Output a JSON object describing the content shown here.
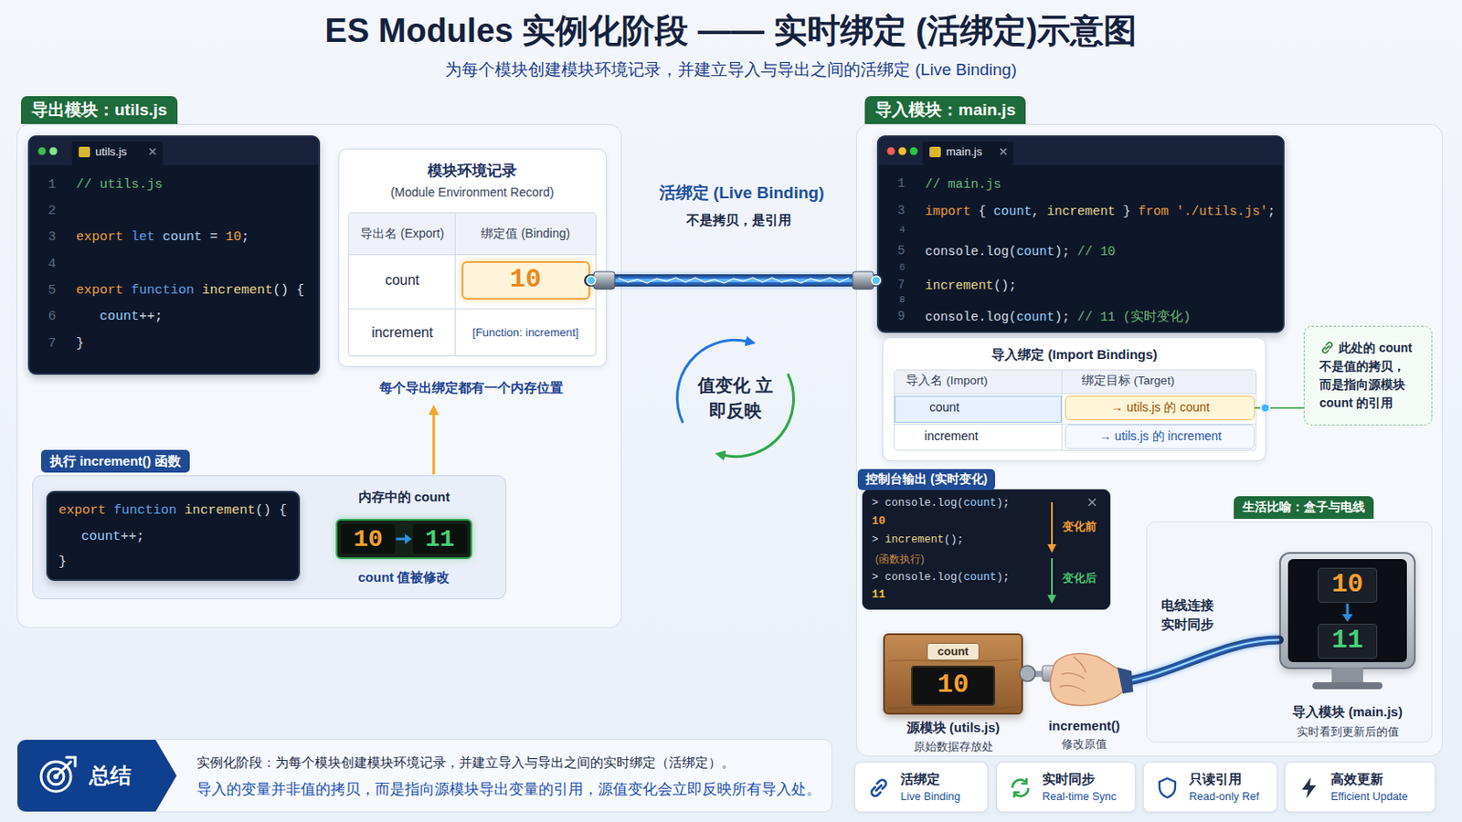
{
  "diagram": {
    "title": "ES Modules 实例化阶段 —— 实时绑定 (活绑定)示意图",
    "caption": "为每个模块创建模块环境记录，并建立导入与导出之间的活绑定 (Live Binding)",
    "nodes": [
      {
        "text": [
          "导出模块：utils.js"
        ]
      },
      {
        "text": [
          "utils.js",
          "1",
          "2",
          "3",
          "4",
          "5",
          "6",
          "7",
          "// utils.js",
          "export let count = 10;",
          "export function increment() {",
          "count++;",
          "}"
        ],
        "in": 0
      },
      {
        "text": [
          "模块环境记录",
          "(Module Environment Record)"
        ],
        "in": 0
      },
      {
        "text": [
          "10"
        ],
        "in": 2
      },
      {
        "text": [
          "执行 increment() 函数"
        ],
        "in": 0
      },
      {
        "text": [
          "export function increment() {",
          "count++;",
          "}"
        ],
        "in": 4
      },
      {
        "text": [
          "10",
          "11"
        ],
        "in": 4
      },
      {
        "text": [
          "值变化 立即反映"
        ]
      },
      {
        "text": [
          "导入模块：main.js"
        ]
      },
      {
        "text": [
          "main.js",
          "1",
          "3",
          "4",
          "5",
          "6",
          "7",
          "8",
          "9",
          "// main.js",
          "import { count, increment } from './utils.js';",
          "console.log(count); // 10",
          "increment();",
          "console.log(count); // 11 (实时变化)"
        ],
        "in": 8
      },
      {
        "text": [
          "导入绑定 (Import Bindings)"
        ],
        "in": 8
      },
      {
        "text": [
          "→ utils.js 的 count"
        ],
        "in": 10
      },
      {
        "text": [
          "→ utils.js 的 increment"
        ],
        "in": 10
      },
      {
        "text": [
          "此处的 count 不是值的拷贝，而是指向源模块 count 的引用"
        ],
        "in": 8
      },
      {
        "text": [
          "控制台输出 (实时变化)",
          "> console.log(count);",
          "10",
          "> increment();",
          "(函数执行)",
          "> console.log(count);",
          "11",
          "变化前",
          "变化后"
        ],
        "in": 8
      },
      {
        "text": [
          "生活比喻：盒子与电线"
        ],
        "in": 8
      },
      {
        "text": [
          "count",
          "10",
          "源模块 (utils.js)",
          "原始数据存放处"
        ],
        "in": 8
      },
      {
        "text": [
          "10",
          "11",
          "导入模块 (main.js)",
          "实时看到更新后的值"
        ],
        "in": 15
      },
      {
        "text": [
          "总结",
          "实例化阶段：为每个模块创建模块环境记录，并建立导入与导出之间的实时绑定（活绑定）。",
          "导入的变量并非值的拷贝，而是指向源模块导出变量的引用，源值变化会立即反映所有导入处。"
        ]
      },
      {
        "text": [
          "活绑定",
          "Live Binding"
        ]
      },
      {
        "text": [
          "实时同步",
          "Real-time Sync"
        ]
      },
      {
        "text": [
          "只读引用",
          "Read-only Ref"
        ]
      },
      {
        "text": [
          "高效更新",
          "Efficient Update"
        ]
      }
    ],
    "edges": [
      {
        "from": 3,
        "to": 9,
        "arrow": "none"
      },
      {
        "from": 11,
        "to": 13,
        "arrow": "none"
      },
      {
        "from": 16,
        "to": 17,
        "arrow": "none",
        "label": "电线连接 实时同步"
      }
    ],
    "labels": [
      "活绑定 (Live Binding)",
      "不是拷贝，是引用",
      "导出名 (Export)",
      "绑定值 (Binding)",
      "count",
      "increment",
      "[Function: increment]",
      "每个导出绑定都有一个内存位置",
      "内存中的 count",
      "count 值被修改",
      "导入名 (Import)",
      "绑定目标 (Target)",
      "count",
      "increment",
      "increment()",
      "修改原值"
    ]
  }
}
